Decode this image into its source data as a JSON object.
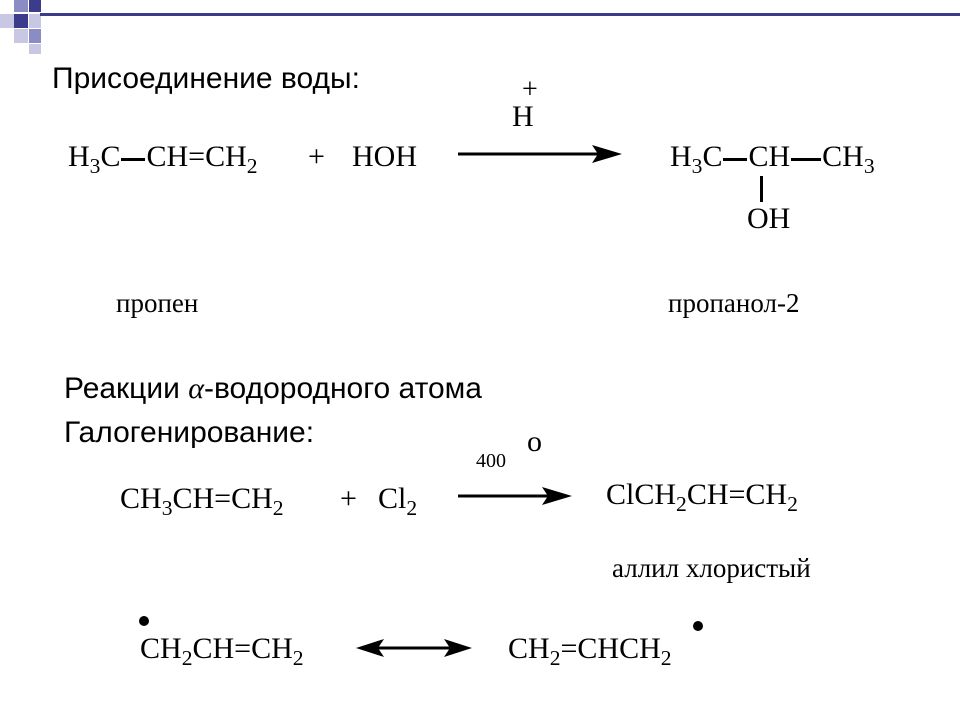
{
  "slide": {
    "title1": "Присоединение воды:",
    "reaction1": {
      "reactant_a": {
        "p1": "H",
        "s1": "3",
        "p2": "C",
        "p3": "CH=CH",
        "s2": "2"
      },
      "plus": "+",
      "reactant_b": "HOH",
      "catalyst_plus": "+",
      "catalyst": "H",
      "product": {
        "p1": "H",
        "s1": "3",
        "p2": "C",
        "p3": "CH",
        "p4": "CH",
        "s2": "3"
      },
      "product_branch": "OH",
      "reactant_name": "пропен",
      "product_name": "пропанол-2"
    },
    "title2_pre": "Реакции ",
    "title2_symbol": "α",
    "title2_post": "-водородного атома",
    "title3": "Галогенирование:",
    "reaction2": {
      "reactant_a": {
        "p1": "CH",
        "s1": "3",
        "p2": "CH=CH",
        "s2": "2"
      },
      "plus": "+",
      "reactant_b": {
        "p1": "Cl",
        "s1": "2"
      },
      "condition_value": "400",
      "condition_unit": "o",
      "product": {
        "p1": "ClCH",
        "s1": "2",
        "p2": "CH=CH",
        "s2": "2"
      },
      "product_name": "аллил хлористый"
    },
    "resonance": {
      "left": {
        "p1": "CH",
        "s1": "2",
        "p2": "CH=CH",
        "s2": "2"
      },
      "right": {
        "p1": "CH",
        "s1": "2",
        "p2": "=CHCH",
        "s2": "2"
      }
    }
  },
  "colors": {
    "bar": "#3c3c8c",
    "square_dark": "#3c3c8c",
    "square_mid": "#8c8cc4",
    "square_light": "#c8c8e4",
    "text": "#000000"
  }
}
